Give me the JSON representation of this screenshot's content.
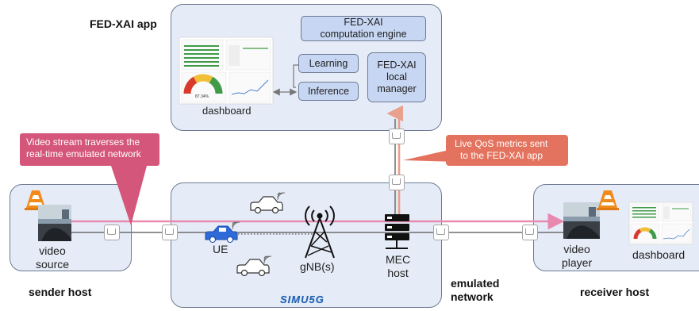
{
  "fedxai_app": {
    "title": "FED-XAI app",
    "engine_line1": "FED-XAI",
    "engine_line2": "computation engine",
    "learning": "Learning",
    "inference": "Inference",
    "manager_line1": "FED-XAI",
    "manager_line2": "local",
    "manager_line3": "manager",
    "dashboard": "dashboard",
    "gauge_value": "87.34%"
  },
  "callouts": {
    "video_stream_line1": "Video stream traverses the",
    "video_stream_line2": "real-time emulated network",
    "qos_line1": "Live QoS metrics sent",
    "qos_line2": "to the FED-XAI app"
  },
  "sender": {
    "label": "sender host",
    "device_line1": "video",
    "device_line2": "source"
  },
  "network": {
    "label_line1": "emulated",
    "label_line2": "network",
    "ue": "UE",
    "gnb": "gNB(s)",
    "mec_line1": "MEC",
    "mec_line2": "host",
    "logo": "SIMU5G"
  },
  "receiver": {
    "label": "receiver host",
    "device_line1": "video",
    "device_line2": "player",
    "dashboard": "dashboard"
  },
  "colors": {
    "panel_fill": "#e6ecf7",
    "box_fill": "#c7d6f2",
    "stream_callout": "#d4567a",
    "qos_callout": "#e3735e",
    "stream_line": "#e88ab0",
    "qos_line": "#e9a08c",
    "car_blue": "#2f6bd8"
  },
  "icons": [
    "traffic-cone-icon",
    "camera-view-icon",
    "ethernet-port-icon",
    "car-icon",
    "wifi-signal-icon",
    "antenna-tower-icon",
    "server-icon",
    "gauge-icon"
  ]
}
